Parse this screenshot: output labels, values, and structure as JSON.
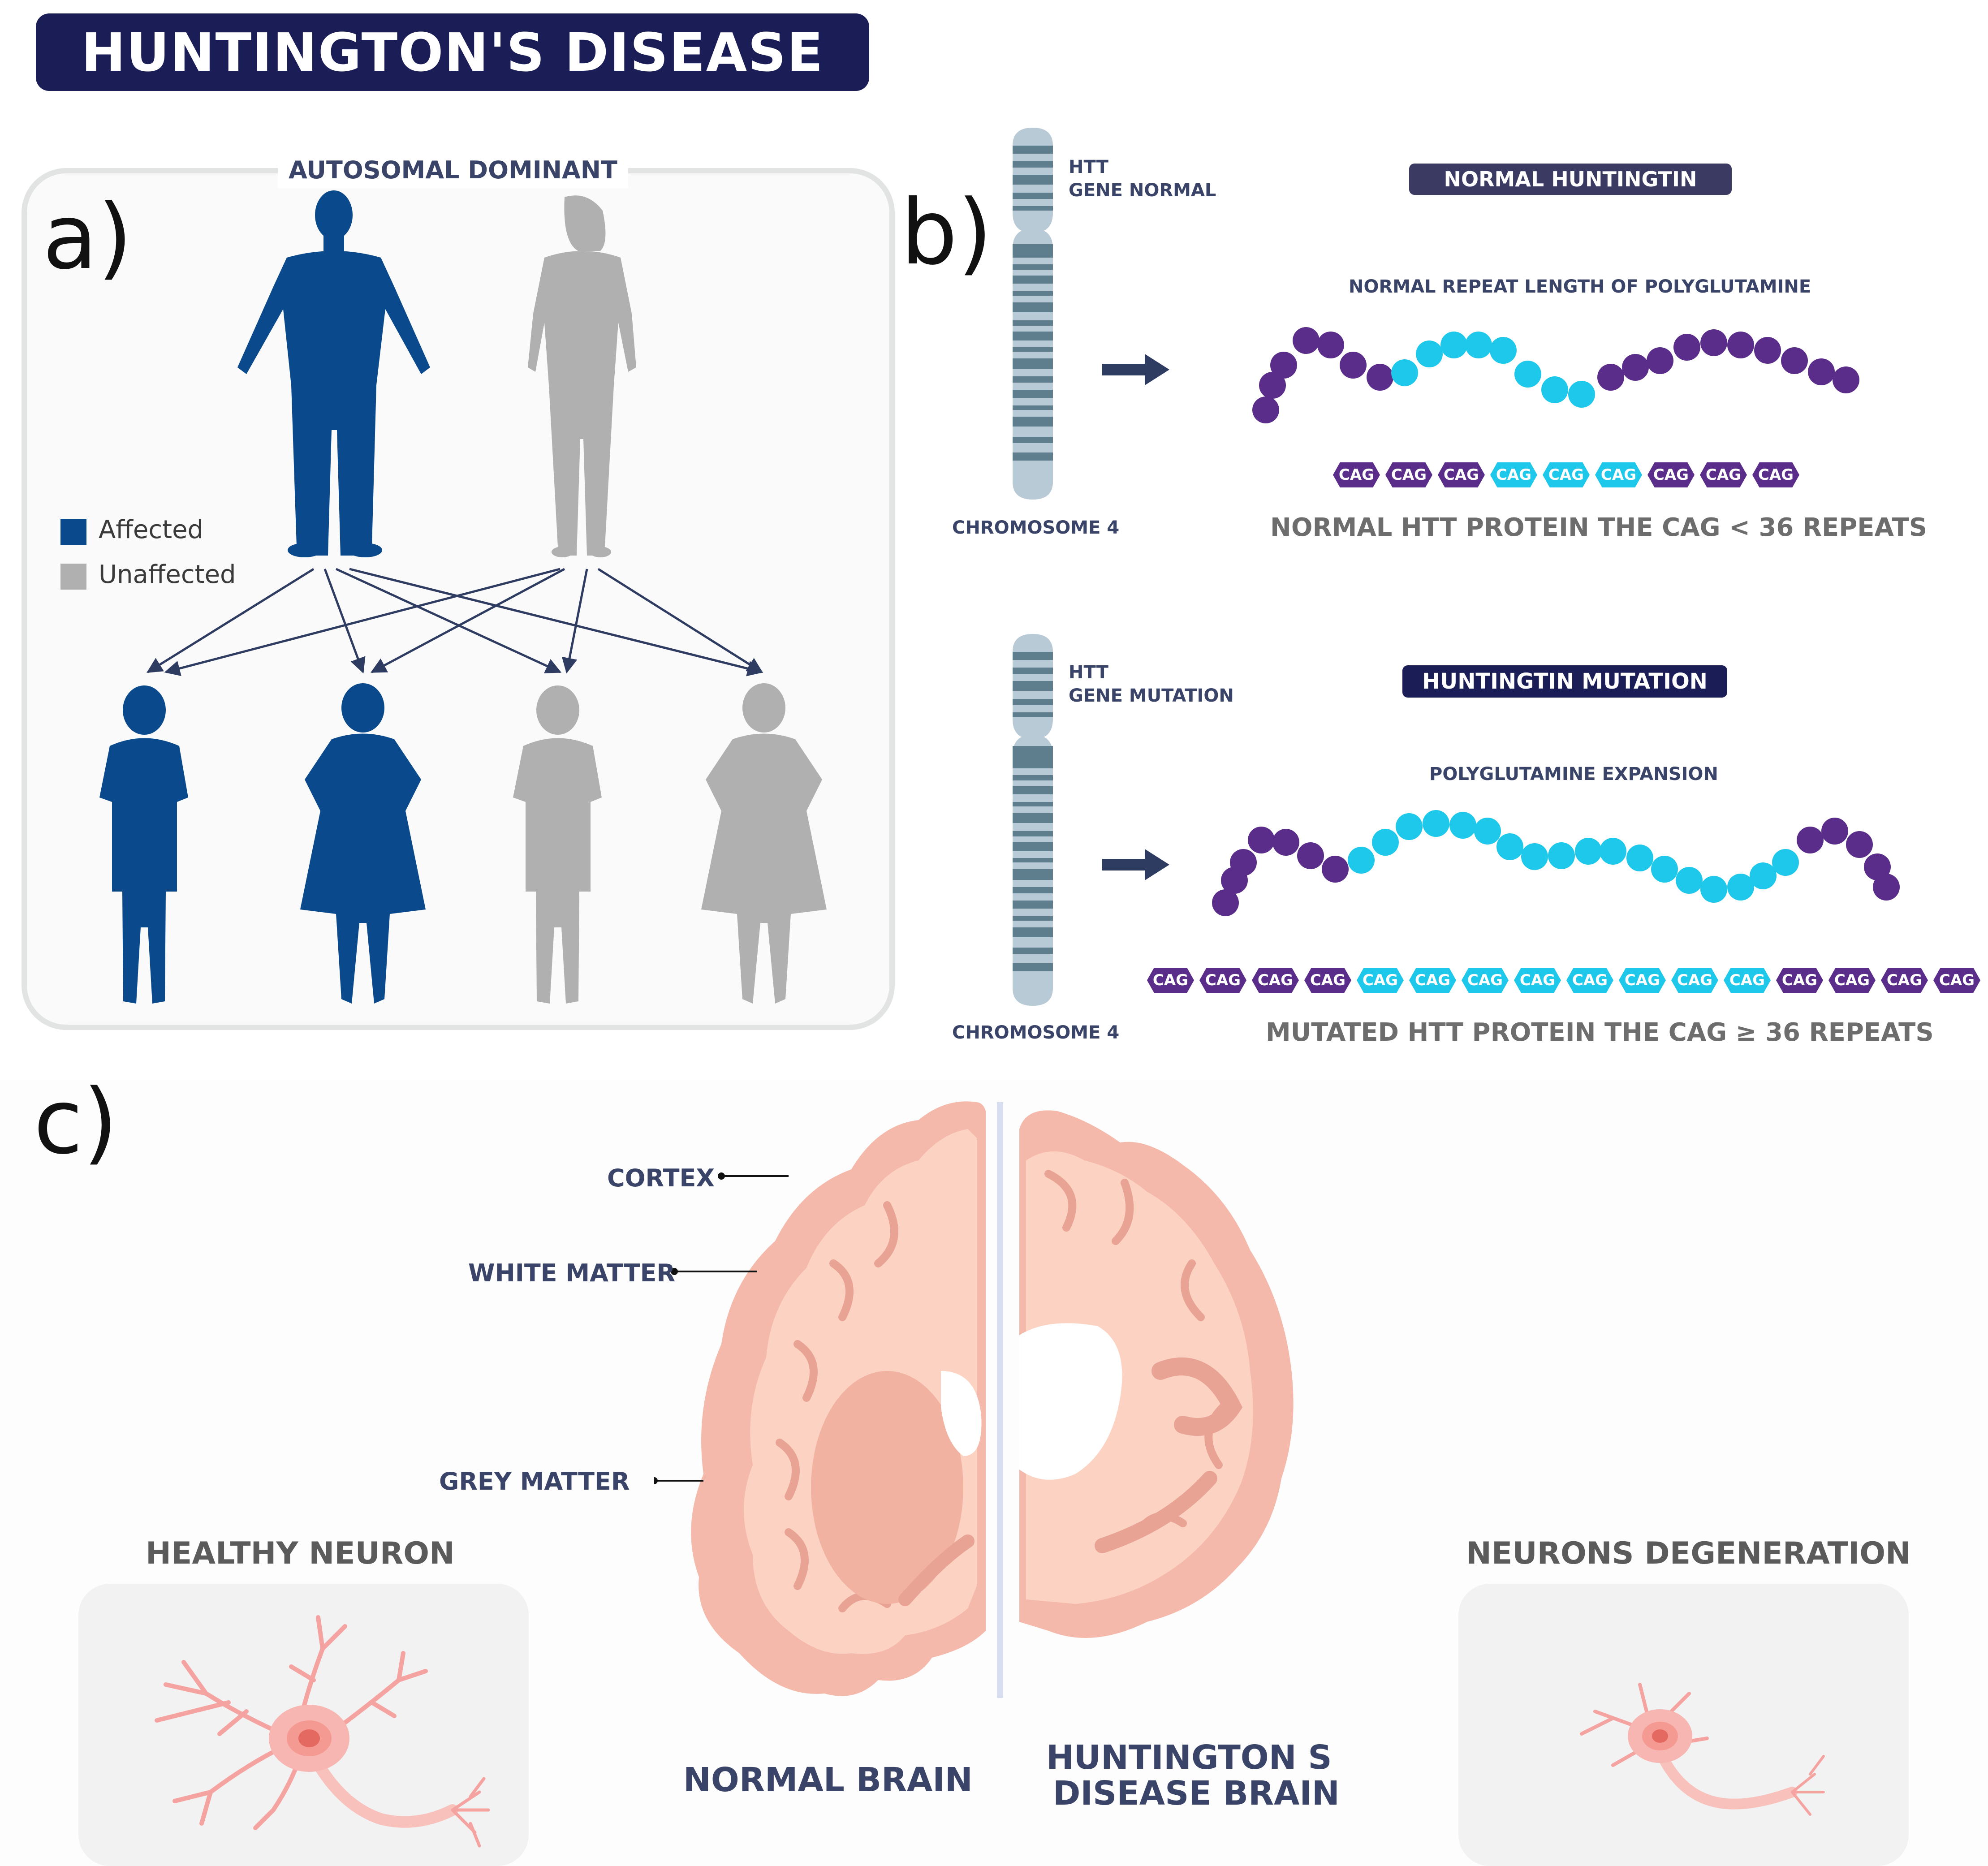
{
  "title": "HUNTINGTON'S DISEASE",
  "colors": {
    "title_bg": "#1b1d57",
    "affected": "#0a4a8c",
    "unaffected": "#b0b0b0",
    "purple": "#5a2d8a",
    "cyan": "#1ec8ea",
    "label": "#3a4468",
    "brain": "#f4b9aa"
  },
  "panel_a": {
    "letter": "a)",
    "box_title": "AUTOSOMAL DOMINANT",
    "legend": [
      {
        "label": "Affected",
        "color": "#0a4a8c"
      },
      {
        "label": "Unaffected",
        "color": "#b0b0b0"
      }
    ]
  },
  "panel_b": {
    "letter": "b)",
    "normal": {
      "gene_label_1": "HTT",
      "gene_label_2": "GENE NORMAL",
      "chromosome": "CHROMOSOME 4",
      "pill": "NORMAL HUNTINGTIN",
      "subtitle": "NORMAL REPEAT LENGTH OF POLYGLUTAMINE",
      "caption": "NORMAL HTT PROTEIN THE CAG < 36 REPEATS",
      "cag_label": "CAG",
      "cag_sequence": [
        "p",
        "p",
        "p",
        "c",
        "c",
        "c",
        "p",
        "p",
        "p"
      ]
    },
    "mutation": {
      "gene_label_1": "HTT",
      "gene_label_2": "GENE MUTATION",
      "chromosome": "CHROMOSOME 4",
      "pill": "HUNTINGTIN MUTATION",
      "subtitle": "POLYGLUTAMINE EXPANSION",
      "caption": "MUTATED HTT PROTEIN THE CAG ≥ 36 REPEATS",
      "cag_label": "CAG",
      "cag_sequence": [
        "p",
        "p",
        "p",
        "p",
        "c",
        "c",
        "c",
        "c",
        "c",
        "c",
        "c",
        "c",
        "p",
        "p",
        "p",
        "p"
      ]
    }
  },
  "panel_c": {
    "letter": "c)",
    "labels": {
      "cortex": "CORTEX",
      "white_matter": "WHITE MATTER",
      "grey_matter": "GREY MATTER"
    },
    "healthy_neuron": "HEALTHY NEURON",
    "neurons_degeneration": "NEURONS DEGENERATION",
    "normal_brain": "NORMAL BRAIN",
    "hd_brain_line1": "HUNTINGTON S",
    "hd_brain_line2": "DISEASE BRAIN"
  }
}
